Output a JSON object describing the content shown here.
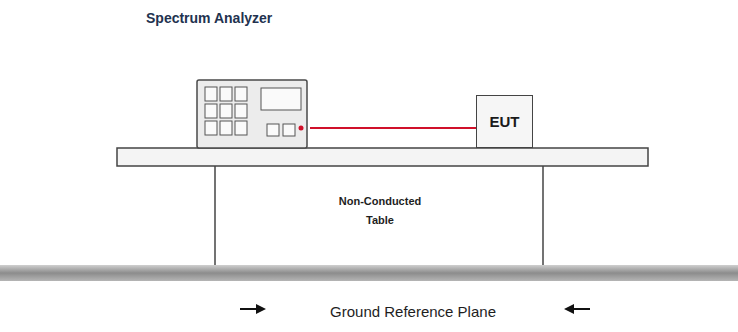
{
  "diagram": {
    "nodes": [
      {
        "text": [
          "Spectrum Analyzer"
        ]
      },
      {
        "text": [
          "EUT"
        ]
      }
    ],
    "edges": [
      {
        "from": 0,
        "to": 1,
        "arrow": "none"
      }
    ],
    "labels": [
      "Non-Conducted Table",
      "Ground Reference Plane"
    ]
  }
}
